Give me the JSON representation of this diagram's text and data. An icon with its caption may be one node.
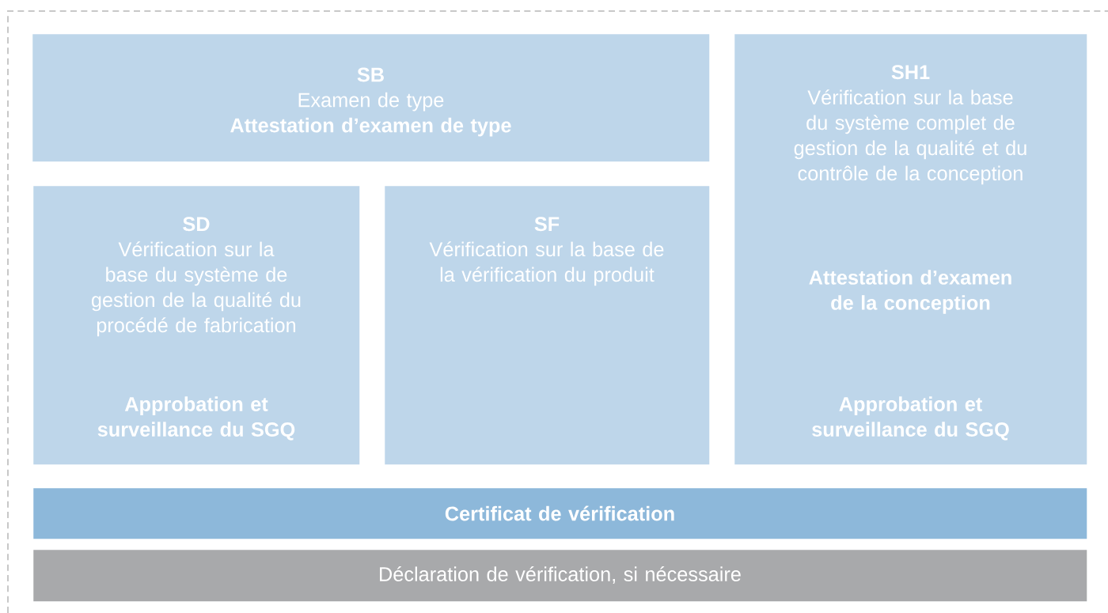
{
  "diagram": {
    "nodes": [
      {
        "text": [
          "SB",
          "Examen de type",
          "Attestation d’examen de type"
        ]
      },
      {
        "text": [
          "SH1",
          "Vérification sur la base du système complet de gestion de la qualité et du contrôle de la conception",
          "Attestation d’examen de la conception",
          "Approbation et surveillance du SGQ"
        ]
      },
      {
        "text": [
          "SD",
          "Vérification sur la base du système de gestion de la qualité du procédé de fabrication",
          "Approbation et surveillance du SGQ"
        ]
      },
      {
        "text": [
          "SF",
          "Vérification sur la base de la vérification du produit"
        ]
      },
      {
        "text": [
          "Certificat de vérification"
        ]
      },
      {
        "text": [
          "Déclaration de vérification, si nécessaire"
        ]
      }
    ]
  }
}
